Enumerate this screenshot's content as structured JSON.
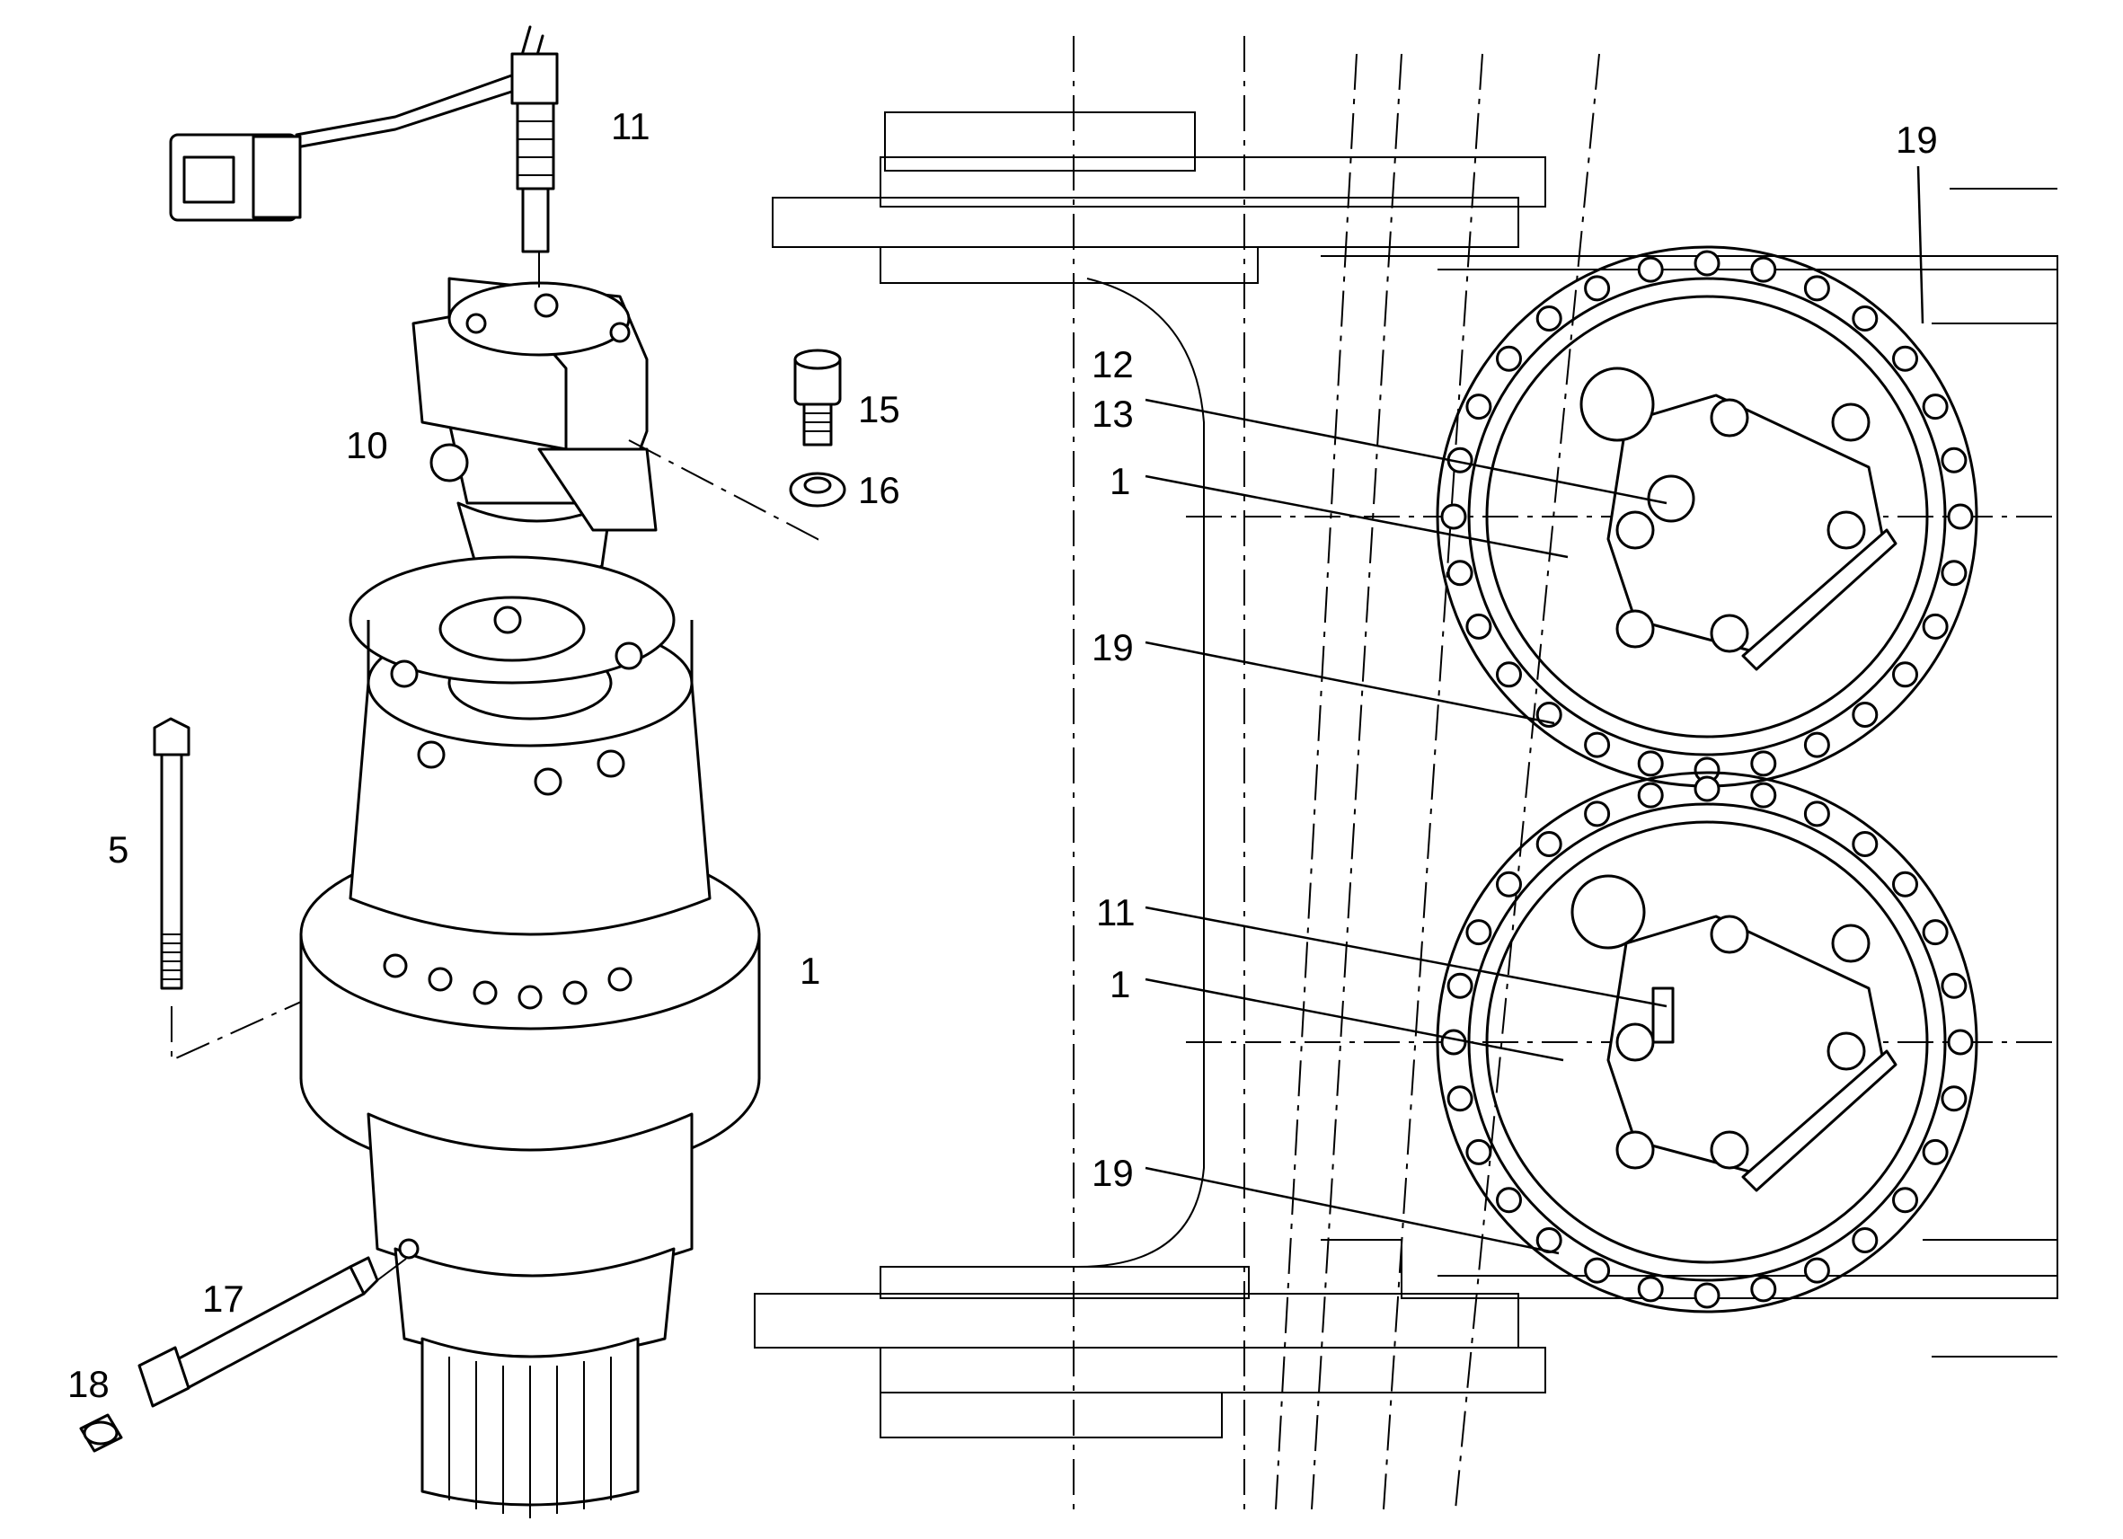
{
  "callouts": {
    "c11_top": "11",
    "c15": "15",
    "c16": "16",
    "c10": "10",
    "c5": "5",
    "c1_left": "1",
    "c17": "17",
    "c18": "18",
    "c19_top": "19",
    "c12": "12",
    "c13": "13",
    "c1_upper": "1",
    "c19_mid": "19",
    "c11_right": "11",
    "c1_lower": "1",
    "c19_bottom": "19"
  }
}
